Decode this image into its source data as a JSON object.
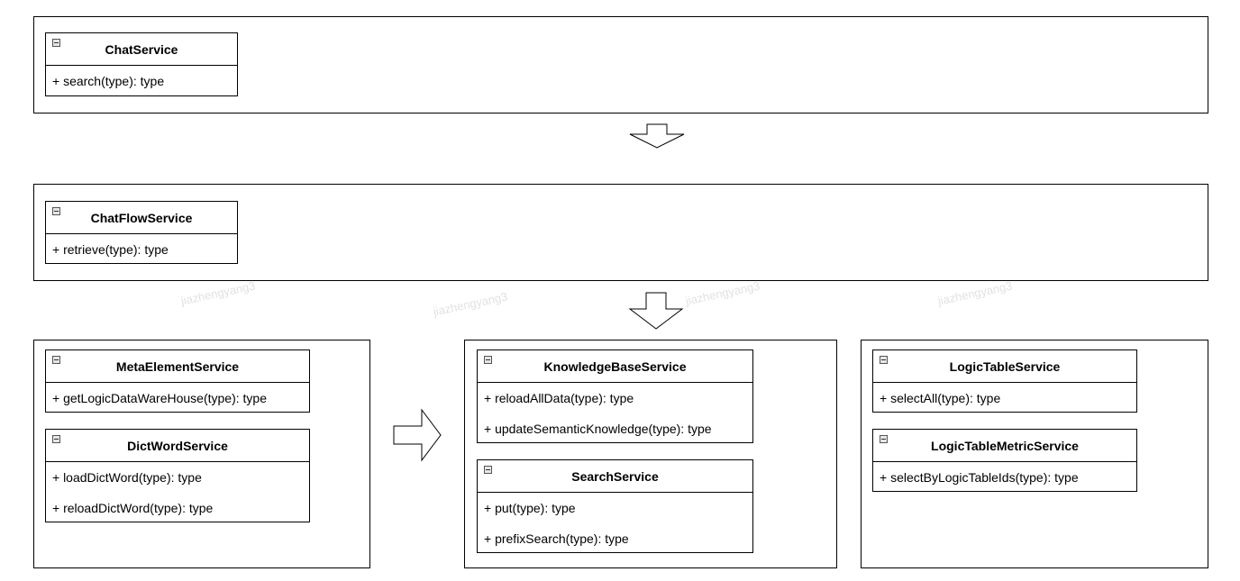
{
  "watermark": "jiazhengyang3",
  "classes": {
    "chat_service": {
      "name": "ChatService",
      "members": [
        "+ search(type): type"
      ]
    },
    "chat_flow_service": {
      "name": "ChatFlowService",
      "members": [
        "+ retrieve(type): type"
      ]
    },
    "meta_element_service": {
      "name": "MetaElementService",
      "members": [
        "+ getLogicDataWareHouse(type): type"
      ]
    },
    "dict_word_service": {
      "name": "DictWordService",
      "members": [
        "+ loadDictWord(type): type",
        "+ reloadDictWord(type): type"
      ]
    },
    "knowledge_base_service": {
      "name": "KnowledgeBaseService",
      "members": [
        "+ reloadAllData(type): type",
        "+ updateSemanticKnowledge(type): type"
      ]
    },
    "search_service": {
      "name": "SearchService",
      "members": [
        "+ put(type): type",
        "+ prefixSearch(type): type"
      ]
    },
    "logic_table_service": {
      "name": "LogicTableService",
      "members": [
        "+ selectAll(type): type"
      ]
    },
    "logic_table_metric_service": {
      "name": "LogicTableMetricService",
      "members": [
        "+ selectByLogicTableIds(type): type"
      ]
    }
  }
}
